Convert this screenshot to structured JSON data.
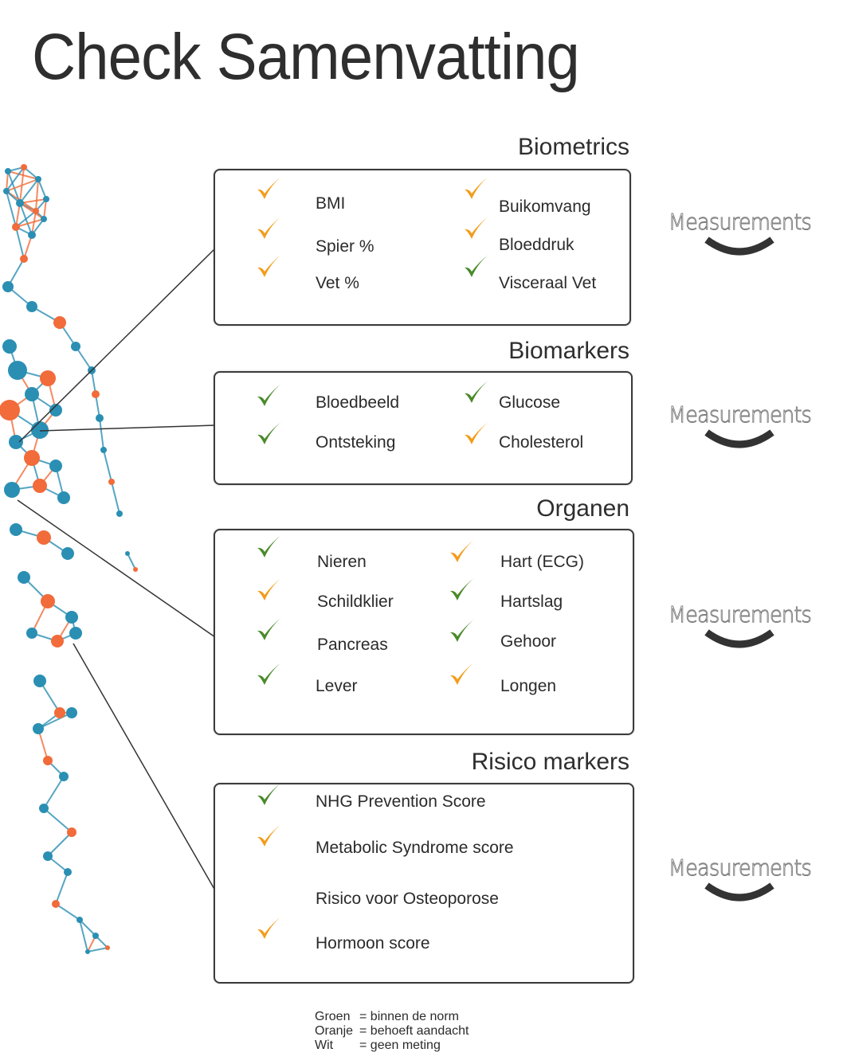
{
  "title": "Check Samenvatting",
  "colors": {
    "green": "#4a8a2a",
    "orange": "#f39c1a",
    "node_blue": "#2a8fb3",
    "node_orange": "#f26b3a",
    "border": "#3b3b3b"
  },
  "sections": [
    {
      "title": "Biometrics",
      "items": [
        {
          "label": "BMI",
          "status": "orange"
        },
        {
          "label": "Spier %",
          "status": "orange"
        },
        {
          "label": "Vet %",
          "status": "orange"
        },
        {
          "label": "Buikomvang",
          "status": "orange"
        },
        {
          "label": "Bloeddruk",
          "status": "orange"
        },
        {
          "label": "Visceraal Vet",
          "status": "green"
        }
      ],
      "badge": "Measurements"
    },
    {
      "title": "Biomarkers",
      "items": [
        {
          "label": "Bloedbeeld",
          "status": "green"
        },
        {
          "label": "Ontsteking",
          "status": "green"
        },
        {
          "label": "Glucose",
          "status": "green"
        },
        {
          "label": "Cholesterol",
          "status": "orange"
        }
      ],
      "badge": "Measurements"
    },
    {
      "title": "Organen",
      "items": [
        {
          "label": "Nieren",
          "status": "green"
        },
        {
          "label": "Schildklier",
          "status": "orange"
        },
        {
          "label": "Pancreas",
          "status": "green"
        },
        {
          "label": "Lever",
          "status": "green"
        },
        {
          "label": "Hart (ECG)",
          "status": "orange"
        },
        {
          "label": "Hartslag",
          "status": "green"
        },
        {
          "label": "Gehoor",
          "status": "green"
        },
        {
          "label": "Longen",
          "status": "orange"
        }
      ],
      "badge": "Measurements"
    },
    {
      "title": "Risico markers",
      "items": [
        {
          "label": "NHG Prevention Score",
          "status": "green"
        },
        {
          "label": "Metabolic Syndrome score",
          "status": "orange"
        },
        {
          "label": "Risico voor Osteoporose",
          "status": "white"
        },
        {
          "label": "Hormoon score",
          "status": "orange"
        }
      ],
      "badge": "Measurements"
    }
  ],
  "legend": [
    {
      "key": "Groen",
      "value": "= binnen de norm"
    },
    {
      "key": "Oranje",
      "value": "= behoeft aandacht"
    },
    {
      "key": "Wit",
      "value": "= geen meting"
    }
  ]
}
